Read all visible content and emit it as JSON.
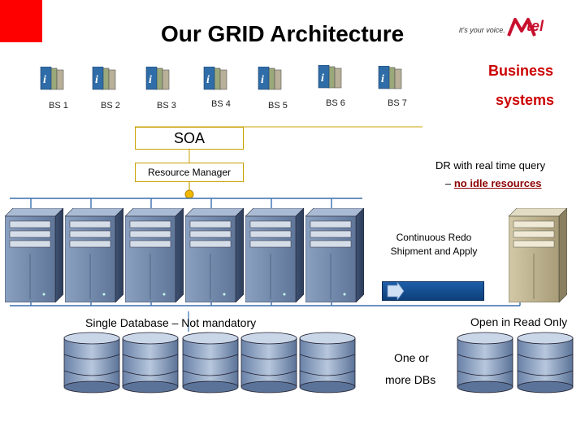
{
  "header": {
    "title": "Our GRID Architecture",
    "logo_tagline": "it's your voice.",
    "logo_name": "tel"
  },
  "business_systems": {
    "line1": "Business",
    "line2": "systems",
    "systems": [
      "BS 1",
      "BS 2",
      "BS 3",
      "BS 4",
      "BS 5",
      "BS 6",
      "BS 7"
    ]
  },
  "soa": {
    "label": "SOA"
  },
  "resource_manager": {
    "label": "Resource Manager"
  },
  "dr_note": {
    "line1": "DR with real time query",
    "line2_prefix": "– ",
    "line2_emphasis": "no idle resources"
  },
  "redo_note": {
    "text": "Continuous Redo Shipment and Apply"
  },
  "single_db_note": {
    "text": "Single Database – Not mandatory"
  },
  "open_ro_note": {
    "text": "Open in Read Only"
  },
  "one_or_more": {
    "line1": "One or",
    "line2": "more DBs"
  },
  "colors": {
    "accent_red": "#cc0000",
    "server_blue": "#6f86a8",
    "server_standby": "#b8ad8a",
    "grid_line": "#3a6fb0",
    "soa_border": "#c9a000",
    "db_blue": "#7d95b8"
  }
}
